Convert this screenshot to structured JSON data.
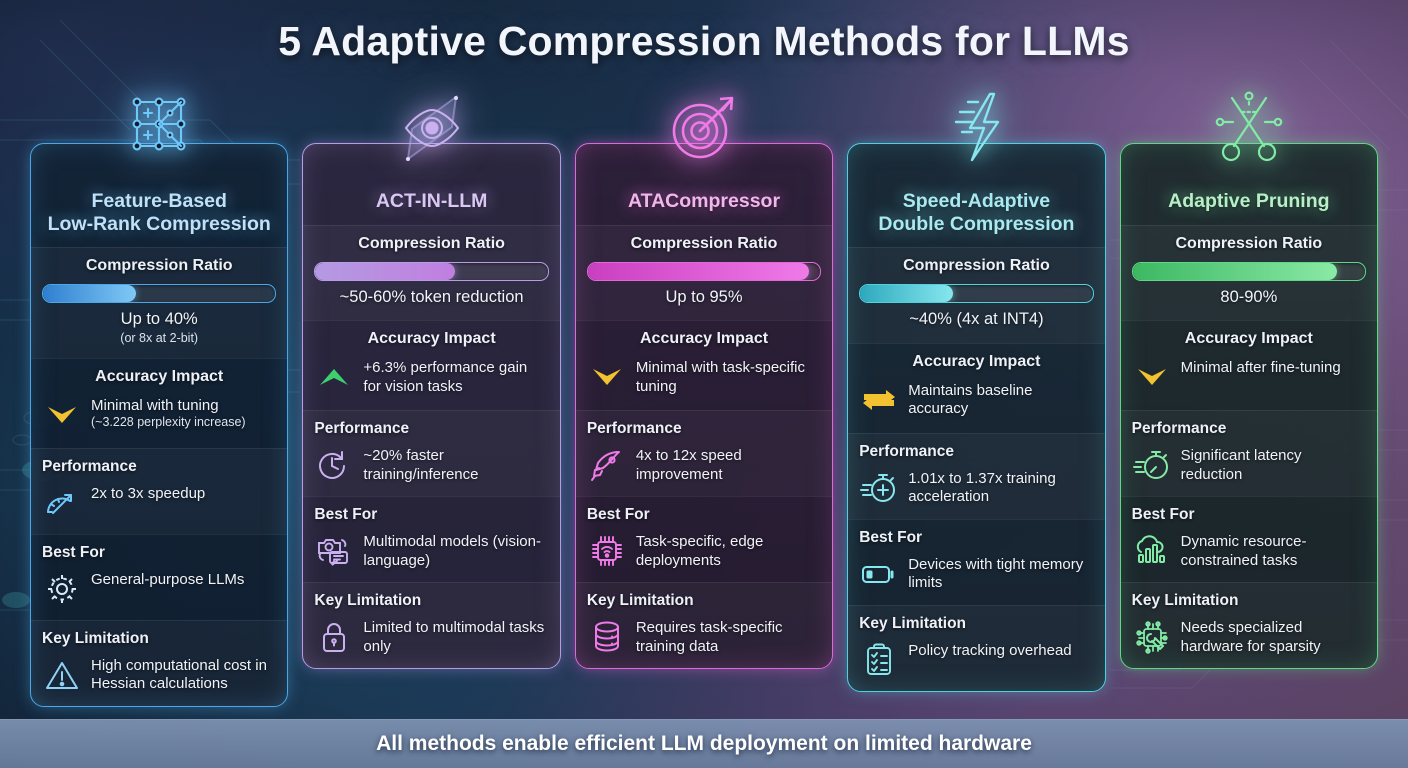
{
  "title": "5 Adaptive Compression Methods for LLMs",
  "footer": {
    "text": "All methods enable efficient LLM deployment on limited hardware"
  },
  "labels": {
    "compression_ratio": "Compression Ratio",
    "accuracy_impact": "Accuracy Impact",
    "performance": "Performance",
    "best_for": "Best For",
    "key_limitation": "Key Limitation"
  },
  "colors": {
    "card1_accent": "#4aa8e8",
    "card2_accent": "#b79ce6",
    "card3_accent": "#e267d8",
    "card4_accent": "#4fd2e0",
    "card5_accent": "#5ed884",
    "arrow_down": "#f2c230",
    "arrow_up": "#3ecf6f",
    "arrow_flat": "#f2c230",
    "footer_bg": "#7b91b1"
  },
  "cards": [
    {
      "id": "feature-based-low-rank-compression",
      "title_lines": [
        "Feature-Based",
        "Low-Rank Compression"
      ],
      "icon": "matrix-grid-icon",
      "accent": "#4aa8e8",
      "title_color": "#bfe0fa",
      "bar": {
        "percent": 40,
        "from": "#2f7fd0",
        "to": "#7fc9f5"
      },
      "ratio_value": "Up to 40%",
      "ratio_sub": "(or 8x at 2-bit)",
      "accuracy": {
        "trend": "down",
        "text": "Minimal with tuning",
        "sub": "(~3.228 perplexity increase)",
        "icon": "chevron-down-icon"
      },
      "performance": {
        "text": "2x to 3x speedup",
        "sub": "",
        "icon": "speedometer-icon"
      },
      "best_for": {
        "text": "General-purpose LLMs",
        "sub": "",
        "icon": "gear-icon"
      },
      "limitation": {
        "text": "High computational cost in Hessian calculations",
        "sub": "",
        "icon": "warning-triangle-icon"
      }
    },
    {
      "id": "act-in-llm",
      "title_lines": [
        "ACT-IN-LLM"
      ],
      "icon": "eye-icon",
      "accent": "#b79ce6",
      "title_color": "#d9c7f5",
      "bar": {
        "percent": 60,
        "from": "#b49ae2",
        "to": "#c07fe0"
      },
      "ratio_value": "~50-60% token reduction",
      "ratio_sub": "",
      "accuracy": {
        "trend": "up",
        "text": "+6.3% performance gain for vision tasks",
        "sub": "",
        "icon": "chevron-up-icon"
      },
      "performance": {
        "text": "~20% faster training/inference",
        "sub": "",
        "icon": "clock-arrow-icon"
      },
      "best_for": {
        "text": "Multimodal models (vision-language)",
        "sub": "",
        "icon": "camera-chat-icon"
      },
      "limitation": {
        "text": "Limited to multimodal tasks only",
        "sub": "",
        "icon": "lock-icon"
      }
    },
    {
      "id": "atacompressor",
      "title_lines": [
        "ATACompressor"
      ],
      "icon": "target-arrow-icon",
      "accent": "#e267d8",
      "title_color": "#f2b6ec",
      "bar": {
        "percent": 95,
        "from": "#c93fc0",
        "to": "#f07ae8"
      },
      "ratio_value": "Up to 95%",
      "ratio_sub": "",
      "accuracy": {
        "trend": "down",
        "text": "Minimal with task-specific tuning",
        "sub": "",
        "icon": "chevron-down-icon"
      },
      "performance": {
        "text": "4x to 12x speed improvement",
        "sub": "",
        "icon": "rocket-icon"
      },
      "best_for": {
        "text": "Task-specific, edge deployments",
        "sub": "",
        "icon": "chip-wifi-icon"
      },
      "limitation": {
        "text": "Requires task-specific training data",
        "sub": "",
        "icon": "database-icon"
      }
    },
    {
      "id": "speed-adaptive-double-compression",
      "title_lines": [
        "Speed-Adaptive",
        "Double Compression"
      ],
      "icon": "lightning-bolt-icon",
      "accent": "#4fd2e0",
      "title_color": "#a9e9f2",
      "bar": {
        "percent": 40,
        "from": "#2da9bd",
        "to": "#86e7ee"
      },
      "ratio_value": "~40% (4x at INT4)",
      "ratio_sub": "",
      "accuracy": {
        "trend": "flat",
        "text": "Maintains baseline accuracy",
        "sub": "",
        "icon": "double-arrow-icon"
      },
      "performance": {
        "text": "1.01x to 1.37x training acceleration",
        "sub": "",
        "icon": "stopwatch-plus-icon"
      },
      "best_for": {
        "text": "Devices with tight memory limits",
        "sub": "",
        "icon": "battery-low-icon"
      },
      "limitation": {
        "text": "Policy tracking overhead",
        "sub": "",
        "icon": "clipboard-check-icon"
      }
    },
    {
      "id": "adaptive-pruning",
      "title_lines": [
        "Adaptive Pruning"
      ],
      "icon": "scissors-icon",
      "accent": "#5ed884",
      "title_color": "#b6efc8",
      "bar": {
        "percent": 88,
        "from": "#3cb862",
        "to": "#8ae9a6"
      },
      "ratio_value": "80-90%",
      "ratio_sub": "",
      "accuracy": {
        "trend": "down",
        "text": "Minimal after fine-tuning",
        "sub": "",
        "icon": "chevron-down-icon"
      },
      "performance": {
        "text": "Significant latency reduction",
        "sub": "",
        "icon": "stopwatch-icon"
      },
      "best_for": {
        "text": "Dynamic resource-constrained tasks",
        "sub": "",
        "icon": "cloud-chart-icon"
      },
      "limitation": {
        "text": "Needs specialized hardware for sparsity",
        "sub": "",
        "icon": "chip-wrench-icon"
      }
    }
  ],
  "chart_data": {
    "type": "bar",
    "title": "Compression Ratio by method",
    "categories": [
      "Feature-Based Low-Rank Compression",
      "ACT-IN-LLM",
      "ATACompressor",
      "Speed-Adaptive Double Compression",
      "Adaptive Pruning"
    ],
    "values": [
      40,
      60,
      95,
      40,
      88
    ],
    "value_labels": [
      "Up to 40%",
      "~50-60% token reduction",
      "Up to 95%",
      "~40% (4x at INT4)",
      "80-90%"
    ],
    "xlabel": "",
    "ylabel": "Compression Ratio (%)",
    "ylim": [
      0,
      100
    ],
    "grid": false,
    "legend": "none"
  }
}
